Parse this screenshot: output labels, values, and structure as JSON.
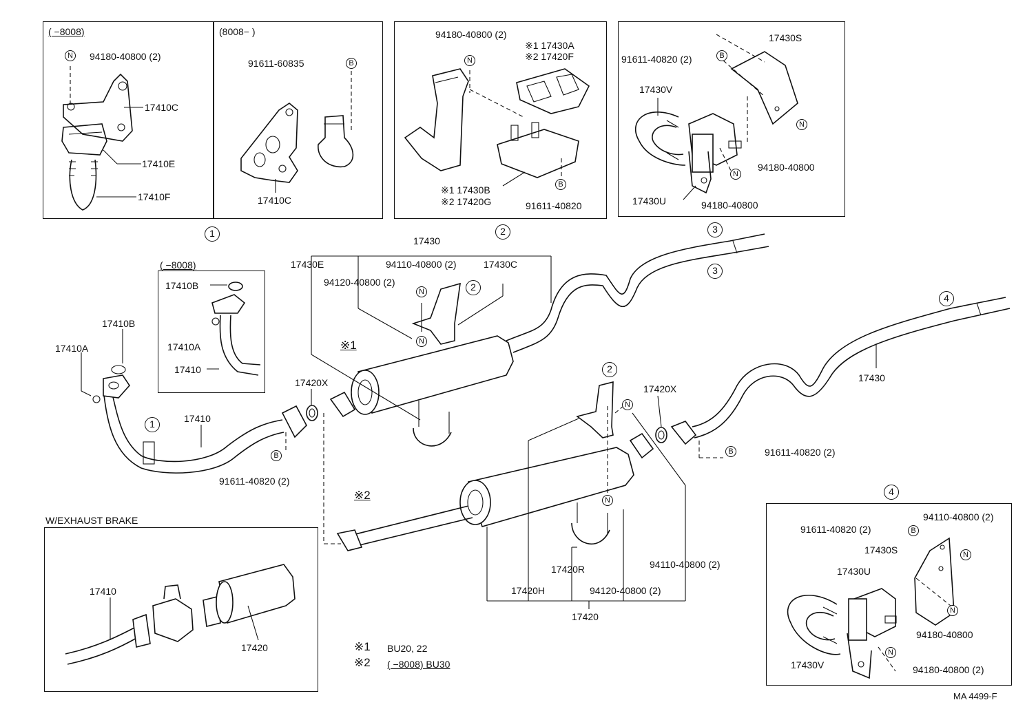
{
  "panel1": {
    "left_header": "(      −8008)",
    "right_header": "(8008−      )",
    "nut_label": "94180-40800 (2)",
    "bolt_label": "91611-60835",
    "bracket_upper": "17410C",
    "bracket_lower": "17410C",
    "cushion": "17410E",
    "clamp": "17410F",
    "marker": "1"
  },
  "panel2": {
    "nut_label": "94180-40800 (2)",
    "note_a": "※1 17430A",
    "note_f": "※2 17420F",
    "note_b": "※1 17430B",
    "note_g": "※2 17420G",
    "bolt_label": "91611-40820",
    "marker": "2"
  },
  "panel3": {
    "bolt_label": "91611-40820 (2)",
    "bracket": "17430S",
    "clamp": "17430V",
    "mount": "17430U",
    "nut_right": "94180-40800",
    "nut_bottom": "94180-40800",
    "marker": "3"
  },
  "panel4": {
    "marker": "4",
    "bolt_label": "91611-40820 (2)",
    "nut_top": "94110-40800 (2)",
    "bracket": "17430S",
    "mount": "17430U",
    "clamp": "17430V",
    "nut_mid": "94180-40800",
    "nut_bottom": "94180-40800 (2)"
  },
  "inset_pipe": {
    "header": "(      −8008)",
    "gasket": "17410B",
    "nut": "17410A",
    "pipe": "17410"
  },
  "main": {
    "gasket_b": "17410B",
    "nut_a": "17410A",
    "marker_1": "1",
    "pipe_front": "17410",
    "gasket_x_left": "17420X",
    "bolt_left": "91611-40820 (2)",
    "tail_group": "17430",
    "marker_2_top": "2",
    "hanger_e": "17430E",
    "nut_94110": "94110-40800 (2)",
    "nut_94120": "94120-40800 (2)",
    "hanger_c": "17430C",
    "marker_2_inner": "2",
    "marker_3_a": "3",
    "marker_3_b": "3",
    "note1": "※1",
    "note2": "※2",
    "marker_4": "4",
    "tail_pipe": "17430",
    "marker_2_lower": "2",
    "gasket_x_right": "17420X",
    "bolt_right": "91611-40820 (2)",
    "nut_94110_lower": "94110-40800 (2)",
    "hanger_r": "17420R",
    "hanger_h": "17420H",
    "nut_94120_lower": "94120-40800 (2)",
    "muffler": "17420"
  },
  "exhaust_brake": {
    "title": "W/EXHAUST BRAKE",
    "pipe": "17410",
    "muffler": "17420"
  },
  "legend": {
    "mark1": "※1",
    "text1": "BU20, 22",
    "mark2": "※2",
    "text2": "(      −8008) BU30"
  },
  "footer_code": "MA 4499-F"
}
